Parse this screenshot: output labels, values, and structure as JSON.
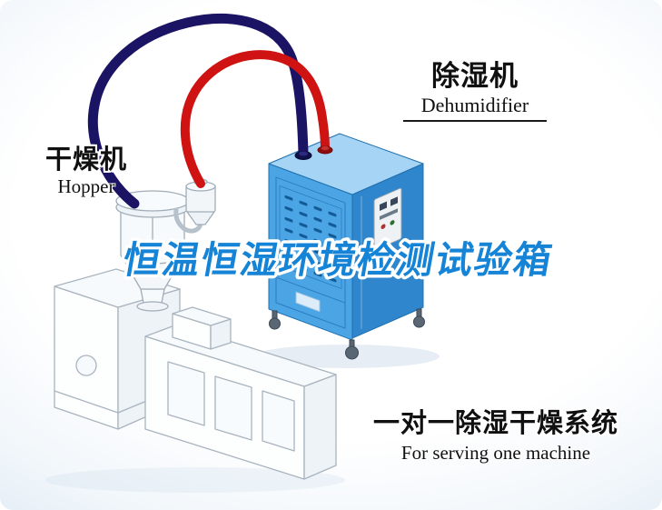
{
  "diagram": {
    "machine_labels": {
      "hopper": {
        "cn": "干燥机",
        "en": "Hopper"
      },
      "dehumidifier": {
        "cn": "除湿机",
        "en": "Dehumidifier"
      }
    },
    "watermark_title": "恒温恒湿环境检测试验箱",
    "caption": {
      "cn": "一对一除湿干燥系统",
      "en": "For serving one machine"
    },
    "colors": {
      "supply_hose": "#1b1464",
      "return_hose": "#ce1312",
      "dehumidifier_front": "#4ba4e4",
      "dehumidifier_side": "#2f86cc",
      "dehumidifier_top": "#a6d4f4",
      "watermark": "#1583d6"
    }
  }
}
